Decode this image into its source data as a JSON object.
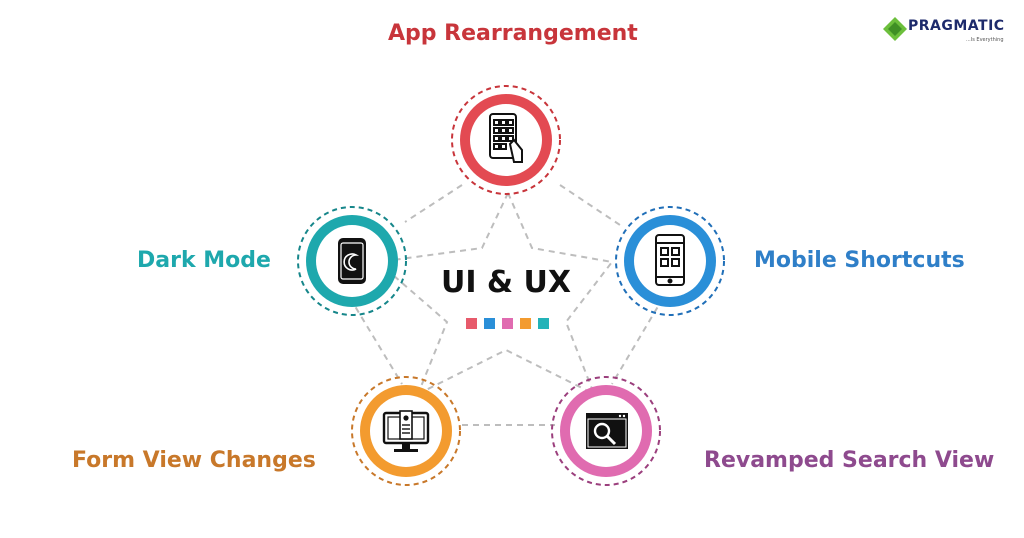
{
  "center": {
    "title": "UI & UX",
    "squares": [
      "#e75a6b",
      "#2a8fd8",
      "#e06bb0",
      "#f39b2f",
      "#23b3b8"
    ]
  },
  "nodes": [
    {
      "id": "app-rearrangement",
      "label": "App Rearrangement",
      "color": "#e34a52",
      "text_color": "#c8353b",
      "ring": "#c8353b",
      "icon": "phone-grid-tap-icon"
    },
    {
      "id": "dark-mode",
      "label": "Dark Mode",
      "color": "#1ea8ad",
      "text_color": "#1ea8ad",
      "ring": "#16868a",
      "icon": "phone-moon-icon"
    },
    {
      "id": "mobile-shortcuts",
      "label": "Mobile Shortcuts",
      "color": "#2a8fd8",
      "text_color": "#2f7fc8",
      "ring": "#206fb8",
      "icon": "phone-shortcuts-icon"
    },
    {
      "id": "form-view-changes",
      "label": "Form View Changes",
      "color": "#f39b2f",
      "text_color": "#c8782a",
      "ring": "#c8782a",
      "icon": "monitor-form-icon"
    },
    {
      "id": "revamped-search-view",
      "label": "Revamped Search View",
      "color": "#e06bb0",
      "text_color": "#8e4a8e",
      "ring": "#9b3f7d",
      "icon": "browser-search-icon"
    }
  ],
  "logo": {
    "text": "PRAGMATIC",
    "tagline": "...Is Everything"
  }
}
